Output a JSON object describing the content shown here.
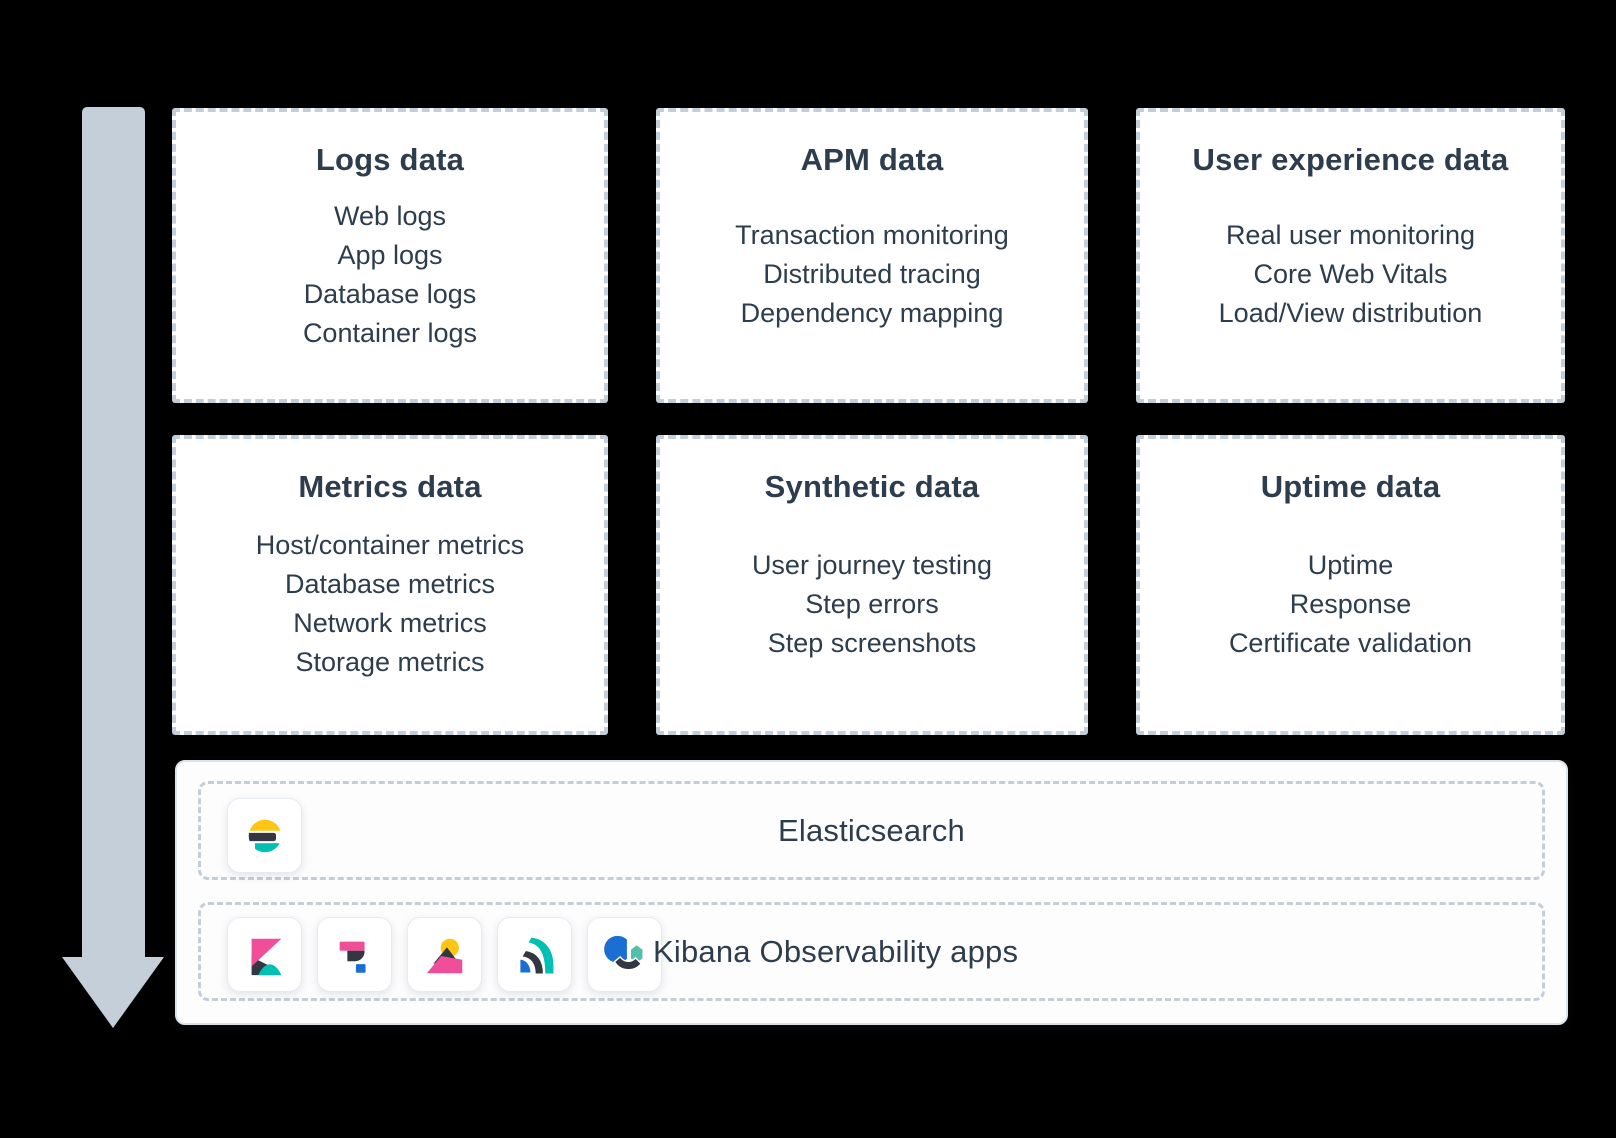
{
  "colors": {
    "background": "#000000",
    "arrow": "#c4cfda",
    "dash": "#c3ced9",
    "text": "#2d3d4d",
    "panel_bg": "#fdfdfe",
    "panel_border": "#dbe3eb",
    "card_bg": "#ffffff",
    "card_border": "#e6ebf1",
    "yellow": "#fec514",
    "teal": "#00bfb3",
    "pink": "#f04e98",
    "dark": "#343741",
    "blue": "#1b6fd2",
    "seafoam": "#55bdab"
  },
  "arrow": {
    "direction": "down"
  },
  "boxes": [
    {
      "title": "Logs data",
      "items": [
        "Web logs",
        "App logs",
        "Database logs",
        "Container logs"
      ]
    },
    {
      "title": "APM data",
      "items": [
        "Transaction monitoring",
        "Distributed tracing",
        "Dependency mapping"
      ]
    },
    {
      "title": "User experience data",
      "items": [
        "Real user monitoring",
        "Core Web Vitals",
        "Load/View distribution"
      ]
    },
    {
      "title": "Metrics data",
      "items": [
        "Host/container metrics",
        "Database metrics",
        "Network metrics",
        "Storage metrics"
      ]
    },
    {
      "title": "Synthetic data",
      "items": [
        "User journey testing",
        "Step errors",
        "Step screenshots"
      ]
    },
    {
      "title": "Uptime data",
      "items": [
        "Uptime",
        "Response",
        "Certificate validation"
      ]
    }
  ],
  "stack": {
    "elasticsearch": {
      "label": "Elasticsearch",
      "icon": "elasticsearch-logo"
    },
    "kibana": {
      "label": "Kibana Observability apps",
      "icons": [
        "kibana-logo",
        "logs-app-icon",
        "apm-app-icon",
        "uptime-app-icon",
        "observability-app-icon"
      ]
    }
  }
}
